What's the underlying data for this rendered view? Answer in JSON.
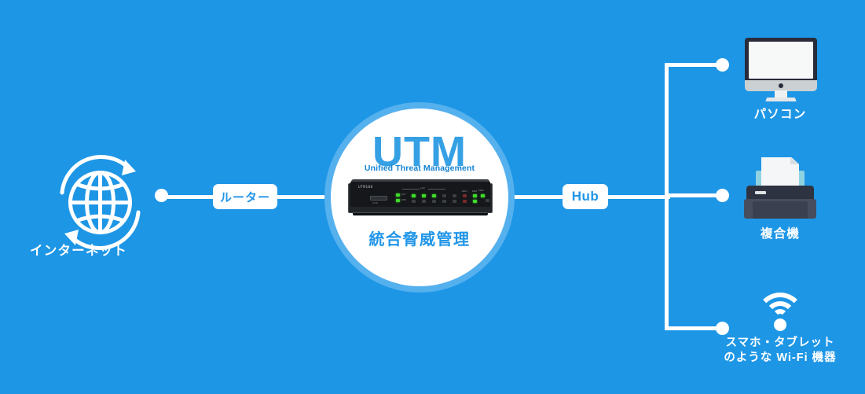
{
  "diagram": {
    "background_color": "#1e96e6",
    "line_color": "#ffffff",
    "accent_color": "#2196e8",
    "ring_color": "#55b0ee"
  },
  "internet": {
    "label": "インターネット",
    "icon": "globe-refresh-icon"
  },
  "router": {
    "label": "ルーター"
  },
  "utm": {
    "title": "UTM",
    "subtitle": "Unified Threat Management",
    "japanese_label": "統合脅威管理",
    "device_model": "UTM100",
    "device_usb_label": "USB"
  },
  "hub": {
    "label": "Hub"
  },
  "endpoints": [
    {
      "id": "pc",
      "label": "パソコン",
      "icon": "desktop-computer-icon"
    },
    {
      "id": "mfp",
      "label": "複合機",
      "icon": "printer-icon"
    },
    {
      "id": "wifi",
      "label_line1": "スマホ・タブレット",
      "label_line2": "のような Wi-Fi 機器",
      "icon": "wifi-icon"
    }
  ]
}
